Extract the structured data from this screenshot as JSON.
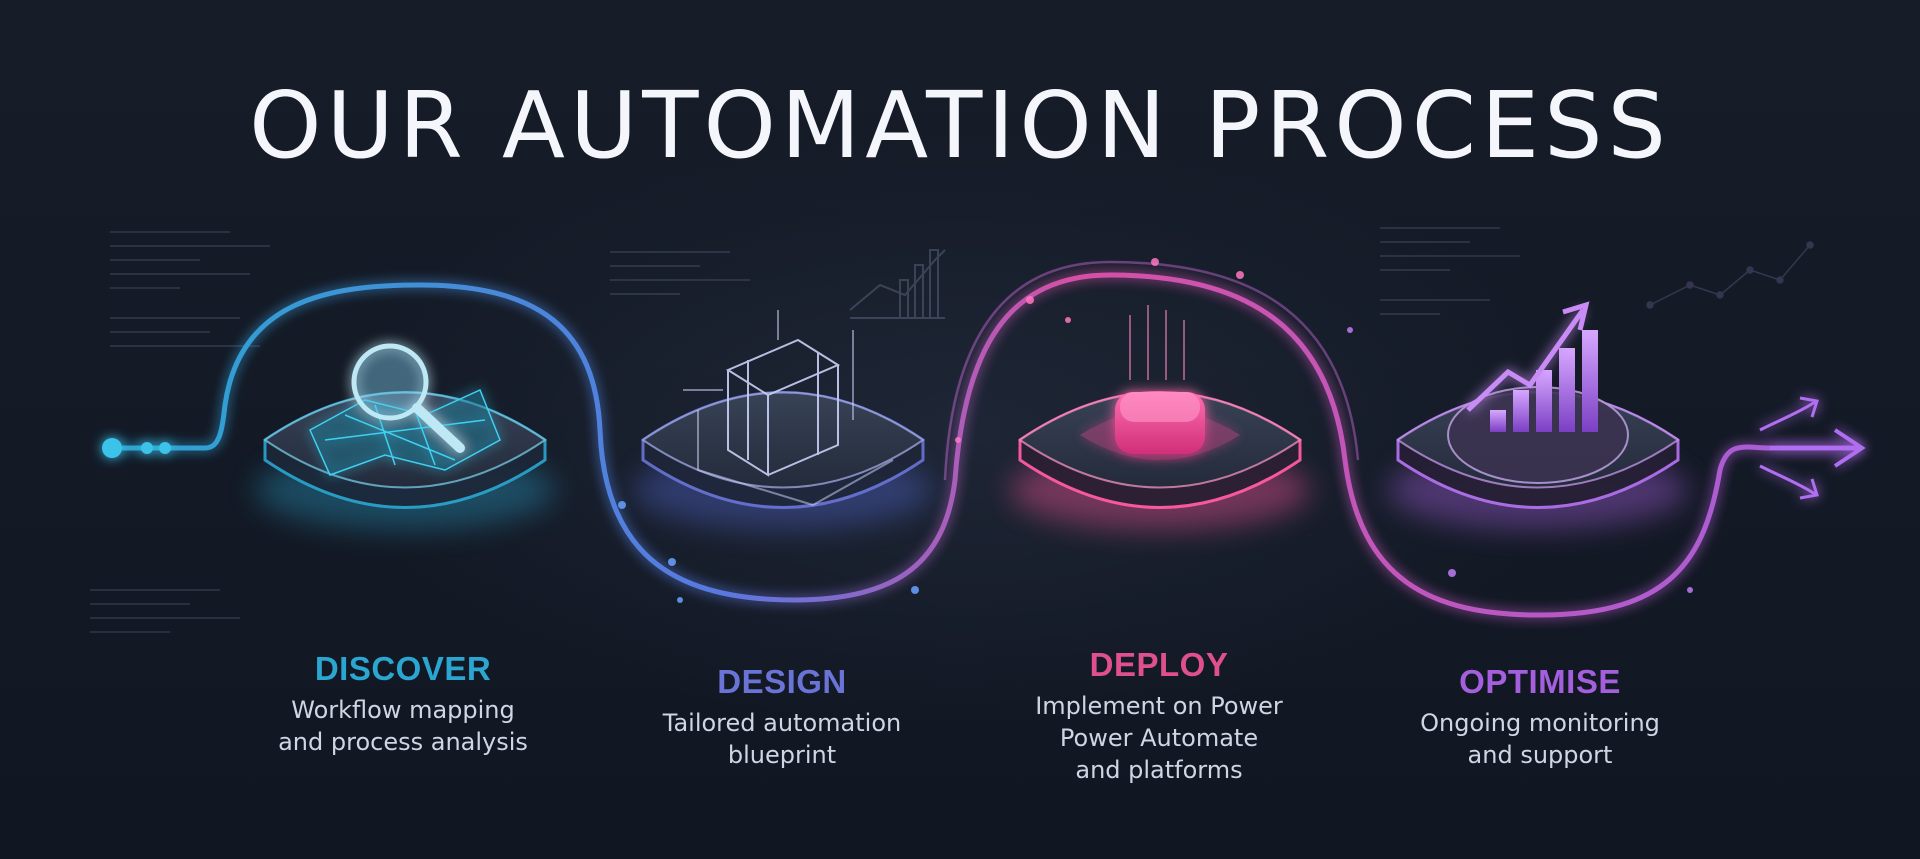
{
  "title": "OUR AUTOMATION PROCESS",
  "colors": {
    "background": "#141a26",
    "discover": "#2aa6d0",
    "design": "#6a74d6",
    "deploy": "#e0508f",
    "optimise": "#a45fdc"
  },
  "steps": [
    {
      "id": "discover",
      "heading": "DISCOVER",
      "description": "Workflow mapping\nand process analysis",
      "icon": "magnifier-over-map-icon"
    },
    {
      "id": "design",
      "heading": "DESIGN",
      "description": "Tailored automation\nblueprint",
      "icon": "wireframe-blueprint-icon"
    },
    {
      "id": "deploy",
      "heading": "DEPLOY",
      "description": "Implement on Power\nPower Automate\nand platforms",
      "icon": "glowing-button-icon"
    },
    {
      "id": "optimise",
      "heading": "OPTIMISE",
      "description": "Ongoing monitoring\nand support",
      "icon": "rising-bar-chart-icon"
    }
  ]
}
